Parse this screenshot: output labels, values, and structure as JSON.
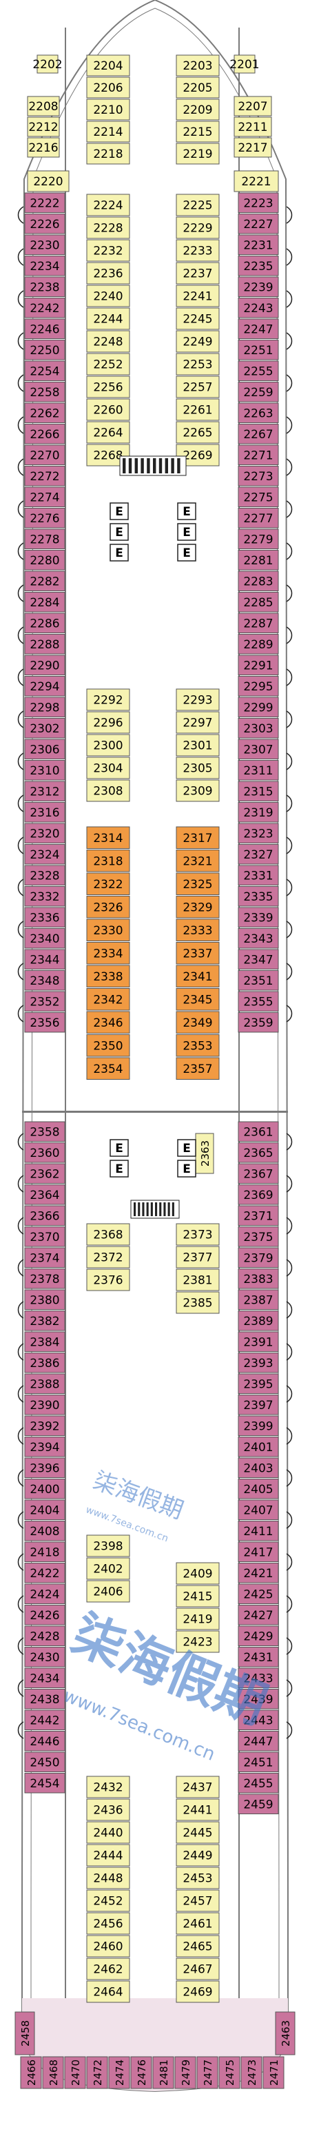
{
  "colors": {
    "outer_cabin": "#c9749c",
    "inner_cabin": "#f6f3b2",
    "suite_cabin": "#f19a42",
    "hull_line": "#7a7a7a",
    "deck_floor": "#ffffff",
    "hull_fill": "#f1e2ea",
    "watermark": "#3f78c8"
  },
  "icons": {
    "connecting_door": "curved-arrow-icon",
    "elevator": "elevator-e-icon",
    "stairs": "stairs-icon"
  },
  "elevator_label": "E",
  "watermark": {
    "small_text": "柒海假期",
    "small_url": "www.7sea.com.cn",
    "large_text": "柒海假期",
    "large_url": "www.7sea.com.cn"
  },
  "cabins": {
    "bow_left_column": [
      "2202"
    ],
    "bow_left_wide": [
      "2208",
      "2212",
      "2216"
    ],
    "bow_left_edge": "2220",
    "bow_right_column": [
      "2201"
    ],
    "bow_right_wide": [
      "2207",
      "2211",
      "2217"
    ],
    "bow_right_edge": "2221",
    "fwd_inner_left": [
      "2204",
      "2206",
      "2210",
      "2214",
      "2218"
    ],
    "fwd_inner_right": [
      "2203",
      "2205",
      "2209",
      "2215",
      "2219"
    ],
    "port_outer_1": [
      "2222",
      "2226",
      "2230",
      "2234",
      "2238",
      "2242",
      "2246",
      "2250",
      "2254",
      "2258",
      "2262",
      "2266",
      "2270",
      "2272",
      "2274",
      "2276",
      "2278",
      "2280",
      "2282",
      "2284",
      "2286",
      "2288",
      "2290",
      "2294",
      "2298",
      "2302",
      "2306",
      "2310",
      "2312",
      "2316",
      "2320",
      "2324",
      "2328",
      "2332",
      "2336",
      "2340",
      "2344",
      "2348",
      "2352",
      "2356"
    ],
    "stbd_outer_1": [
      "2223",
      "2227",
      "2231",
      "2235",
      "2239",
      "2243",
      "2247",
      "2251",
      "2255",
      "2259",
      "2263",
      "2267",
      "2271",
      "2273",
      "2275",
      "2277",
      "2279",
      "2281",
      "2283",
      "2285",
      "2287",
      "2289",
      "2291",
      "2295",
      "2299",
      "2303",
      "2307",
      "2311",
      "2315",
      "2319",
      "2323",
      "2327",
      "2331",
      "2335",
      "2339",
      "2343",
      "2347",
      "2351",
      "2355",
      "2359"
    ],
    "port_inner_1": [
      "2224",
      "2228",
      "2232",
      "2236",
      "2240",
      "2244",
      "2248",
      "2252",
      "2256",
      "2260",
      "2264",
      "2268"
    ],
    "stbd_inner_1": [
      "2225",
      "2229",
      "2233",
      "2237",
      "2241",
      "2245",
      "2249",
      "2253",
      "2257",
      "2261",
      "2265",
      "2269"
    ],
    "port_inner_2": [
      "2292",
      "2296",
      "2300",
      "2304",
      "2308"
    ],
    "stbd_inner_2": [
      "2293",
      "2297",
      "2301",
      "2305",
      "2309"
    ],
    "port_suites": [
      "2314",
      "2318",
      "2322",
      "2326",
      "2330",
      "2334",
      "2338",
      "2342",
      "2346",
      "2350",
      "2354"
    ],
    "stbd_suites": [
      "2317",
      "2321",
      "2325",
      "2329",
      "2333",
      "2337",
      "2341",
      "2345",
      "2349",
      "2353",
      "2357"
    ],
    "port_outer_2": [
      "2358",
      "2360",
      "2362",
      "2364",
      "2366",
      "2370",
      "2374",
      "2378",
      "2380",
      "2382",
      "2384",
      "2386",
      "2388",
      "2390",
      "2392",
      "2394",
      "2396",
      "2400",
      "2404",
      "2408",
      "2418",
      "2422",
      "2424",
      "2426",
      "2428",
      "2430",
      "2434",
      "2438",
      "2442",
      "2446",
      "2450",
      "2454"
    ],
    "stbd_outer_2": [
      "2361",
      "2365",
      "2367",
      "2369",
      "2371",
      "2375",
      "2379",
      "2383",
      "2387",
      "2389",
      "2391",
      "2393",
      "2395",
      "2397",
      "2399",
      "2401",
      "2403",
      "2405",
      "2407",
      "2411",
      "2417",
      "2421",
      "2425",
      "2427",
      "2429",
      "2431",
      "2433",
      "2439",
      "2443",
      "2447",
      "2451",
      "2455",
      "2459"
    ],
    "port_inner_3": [
      "2368",
      "2372",
      "2376"
    ],
    "stbd_inner_3": [
      "2373",
      "2377",
      "2381",
      "2385"
    ],
    "stbd_small": "2363",
    "port_inner_4": [
      "2398",
      "2402",
      "2406"
    ],
    "stbd_inner_4": [
      "2409",
      "2415",
      "2419",
      "2423"
    ],
    "port_inner_5": [
      "2432",
      "2436",
      "2440",
      "2444",
      "2448",
      "2452",
      "2456",
      "2460",
      "2462",
      "2464"
    ],
    "stbd_inner_5": [
      "2437",
      "2441",
      "2445",
      "2449",
      "2453",
      "2457",
      "2461",
      "2465",
      "2467",
      "2469"
    ],
    "stern_left": "2458",
    "stern_right": "2463",
    "stern_row": [
      "2466",
      "2468",
      "2470",
      "2472",
      "2474",
      "2476",
      "2481",
      "2479",
      "2477",
      "2475",
      "2473",
      "2471"
    ]
  }
}
